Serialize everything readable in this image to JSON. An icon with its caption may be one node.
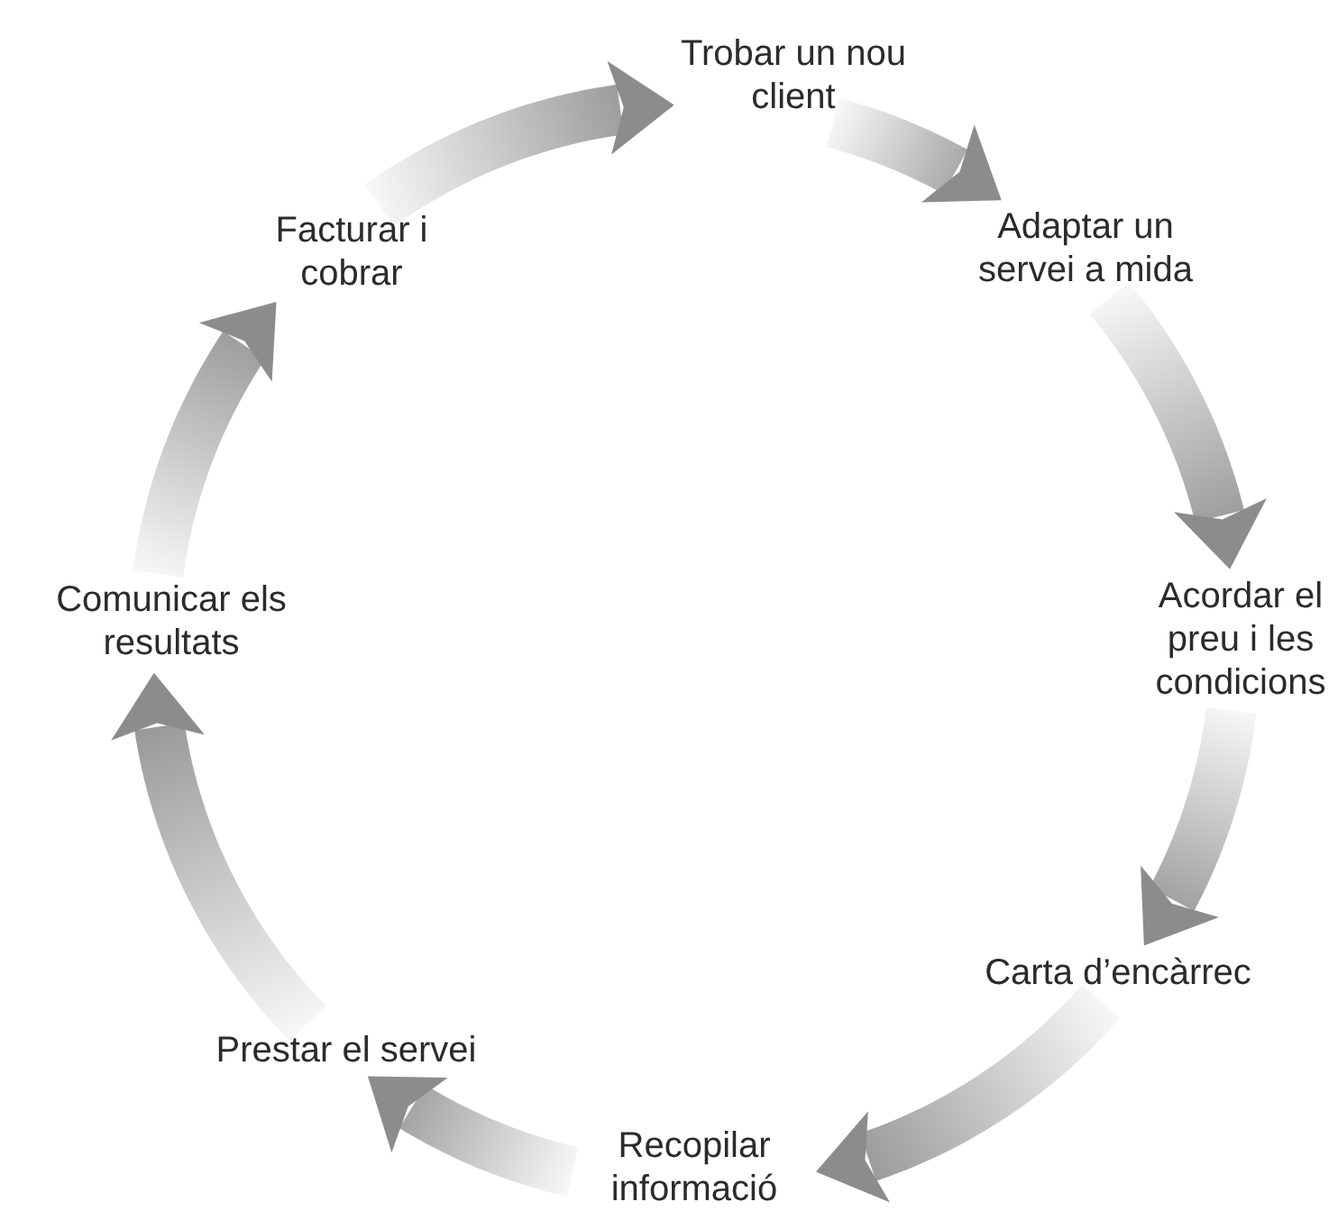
{
  "diagram": {
    "nodes": [
      {
        "text": [
          "Trobar un nou client"
        ]
      },
      {
        "text": [
          "Adaptar un servei a mida"
        ]
      },
      {
        "text": [
          "Acordar el preu i les condicions"
        ]
      },
      {
        "text": [
          "Carta d’encàrrec"
        ]
      },
      {
        "text": [
          "Recopilar informació"
        ]
      },
      {
        "text": [
          "Prestar el servei"
        ]
      },
      {
        "text": [
          "Comunicar els resultats"
        ]
      },
      {
        "text": [
          "Facturar i cobrar"
        ]
      }
    ],
    "edges": [
      {
        "from": 0,
        "to": 1,
        "arrow": "to"
      },
      {
        "from": 1,
        "to": 2,
        "arrow": "to"
      },
      {
        "from": 2,
        "to": 3,
        "arrow": "to"
      },
      {
        "from": 3,
        "to": 4,
        "arrow": "to"
      },
      {
        "from": 4,
        "to": 5,
        "arrow": "to"
      },
      {
        "from": 5,
        "to": 6,
        "arrow": "to"
      },
      {
        "from": 6,
        "to": 7,
        "arrow": "to"
      },
      {
        "from": 7,
        "to": 0,
        "arrow": "to"
      }
    ]
  }
}
